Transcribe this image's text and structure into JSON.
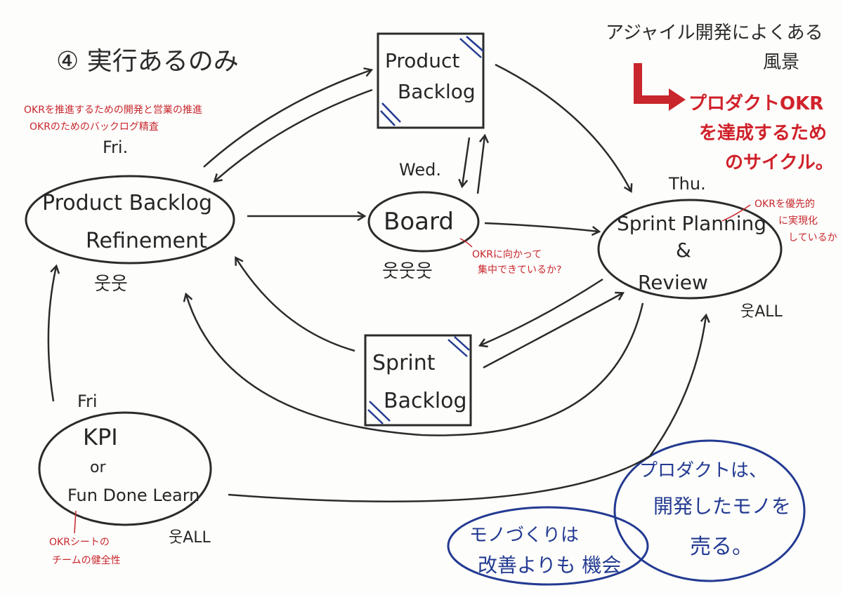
{
  "title": "④ 実行あるのみ",
  "heading_right": [
    "アジャイル開発によくある",
    "風景"
  ],
  "product_okr_text": [
    "プロダクトOKR",
    "を達成するため",
    "のサイクル。"
  ],
  "nodes": {
    "product_backlog": [
      "Product",
      "Backlog"
    ],
    "refinement": [
      "Product Backlog",
      "Refinement"
    ],
    "board": "Board",
    "planning": [
      "Sprint Planning",
      "&",
      "Review"
    ],
    "sprint_backlog": [
      "Sprint",
      "Backlog"
    ],
    "kpi": [
      "KPI",
      "or",
      "Fun Done Learn"
    ]
  },
  "days": {
    "refinement": "Fri.",
    "board": "Wed.",
    "planning": "Thu.",
    "kpi": "Fri"
  },
  "notes": {
    "refinement": [
      "OKRを推進するための開発と営業の推進",
      "OKRのためのバックログ精査"
    ],
    "board": [
      "OKRに向かって",
      "集中できているか?"
    ],
    "planning": [
      "OKRを優先的",
      "に実現化",
      "しているか"
    ],
    "kpi": [
      "OKRシートの",
      "チームの健全性"
    ]
  },
  "people": {
    "refinement": "웃웃",
    "board": "웃웃웃",
    "planning": "웃ALL",
    "kpi": "웃ALL"
  },
  "bubbles": {
    "product": [
      "プロダクトは、",
      "開発したモノを",
      "売る。"
    ],
    "monozukuri": [
      "モノづくりは",
      "改善よりも 機会"
    ]
  },
  "colors": {
    "ink": "#2b2b2b",
    "red": "#c8262c",
    "blue": "#233a92"
  }
}
